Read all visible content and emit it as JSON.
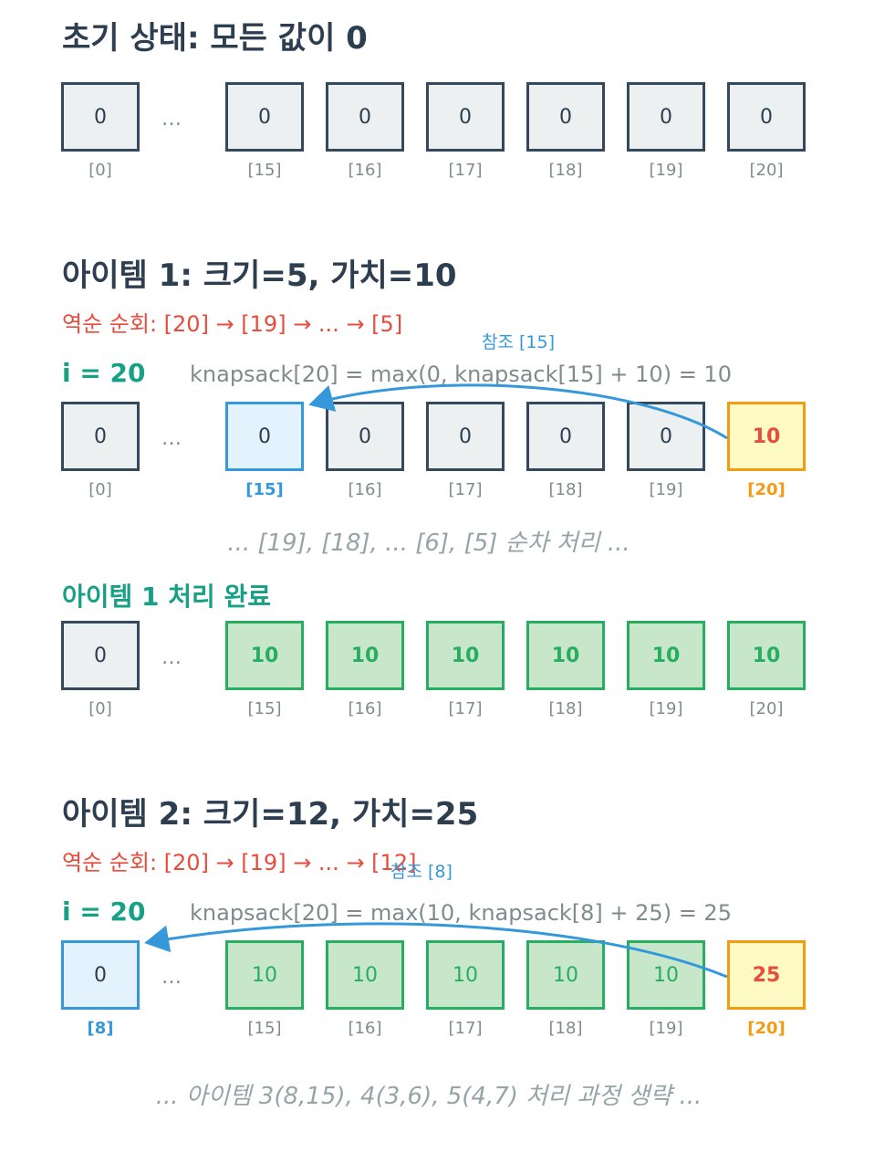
{
  "initial": {
    "title": "초기 상태: 모든 값이 0",
    "cells": [
      "0",
      "0",
      "0",
      "0",
      "0",
      "0",
      "0"
    ],
    "indices": [
      "[0]",
      "[15]",
      "[16]",
      "[17]",
      "[18]",
      "[19]",
      "[20]"
    ],
    "ellipsis": "…"
  },
  "item1": {
    "title": "아이템 1: 크기=5, 가치=10",
    "order": "역순 순회: [20] → [19] → ... → [5]",
    "i_label": "i = 20",
    "formula": "knapsack[20] = max(0, knapsack[15] + 10) = 10",
    "ref_label": "참조 [15]",
    "cells": [
      "0",
      "0",
      "0",
      "0",
      "0",
      "0",
      "10"
    ],
    "indices": [
      "[0]",
      "[15]",
      "[16]",
      "[17]",
      "[18]",
      "[19]",
      "[20]"
    ],
    "ellipsis": "…",
    "note": "... [19], [18], ... [6], [5] 순차 처리 ...",
    "done_title": "아이템 1 처리 완료",
    "done_cells": [
      "0",
      "10",
      "10",
      "10",
      "10",
      "10",
      "10"
    ],
    "done_indices": [
      "[0]",
      "[15]",
      "[16]",
      "[17]",
      "[18]",
      "[19]",
      "[20]"
    ]
  },
  "item2": {
    "title": "아이템 2: 크기=12, 가치=25",
    "order": "역순 순회: [20] → [19] → ... → [12]",
    "i_label": "i = 20",
    "formula": "knapsack[20] = max(10, knapsack[8] + 25) = 25",
    "ref_label": "참조 [8]",
    "cells": [
      "0",
      "10",
      "10",
      "10",
      "10",
      "10",
      "25"
    ],
    "indices": [
      "[8]",
      "[15]",
      "[16]",
      "[17]",
      "[18]",
      "[19]",
      "[20]"
    ],
    "ellipsis": "…"
  },
  "footer_note": "... 아이템 3(8,15), 4(3,6), 5(4,7) 처리 과정 생략 ...",
  "colors": {
    "ref_arrow": "#3498db",
    "target": "#f39c12",
    "updated": "#27ae60",
    "heading": "#2c3e50",
    "order_text": "#e74c3c"
  }
}
